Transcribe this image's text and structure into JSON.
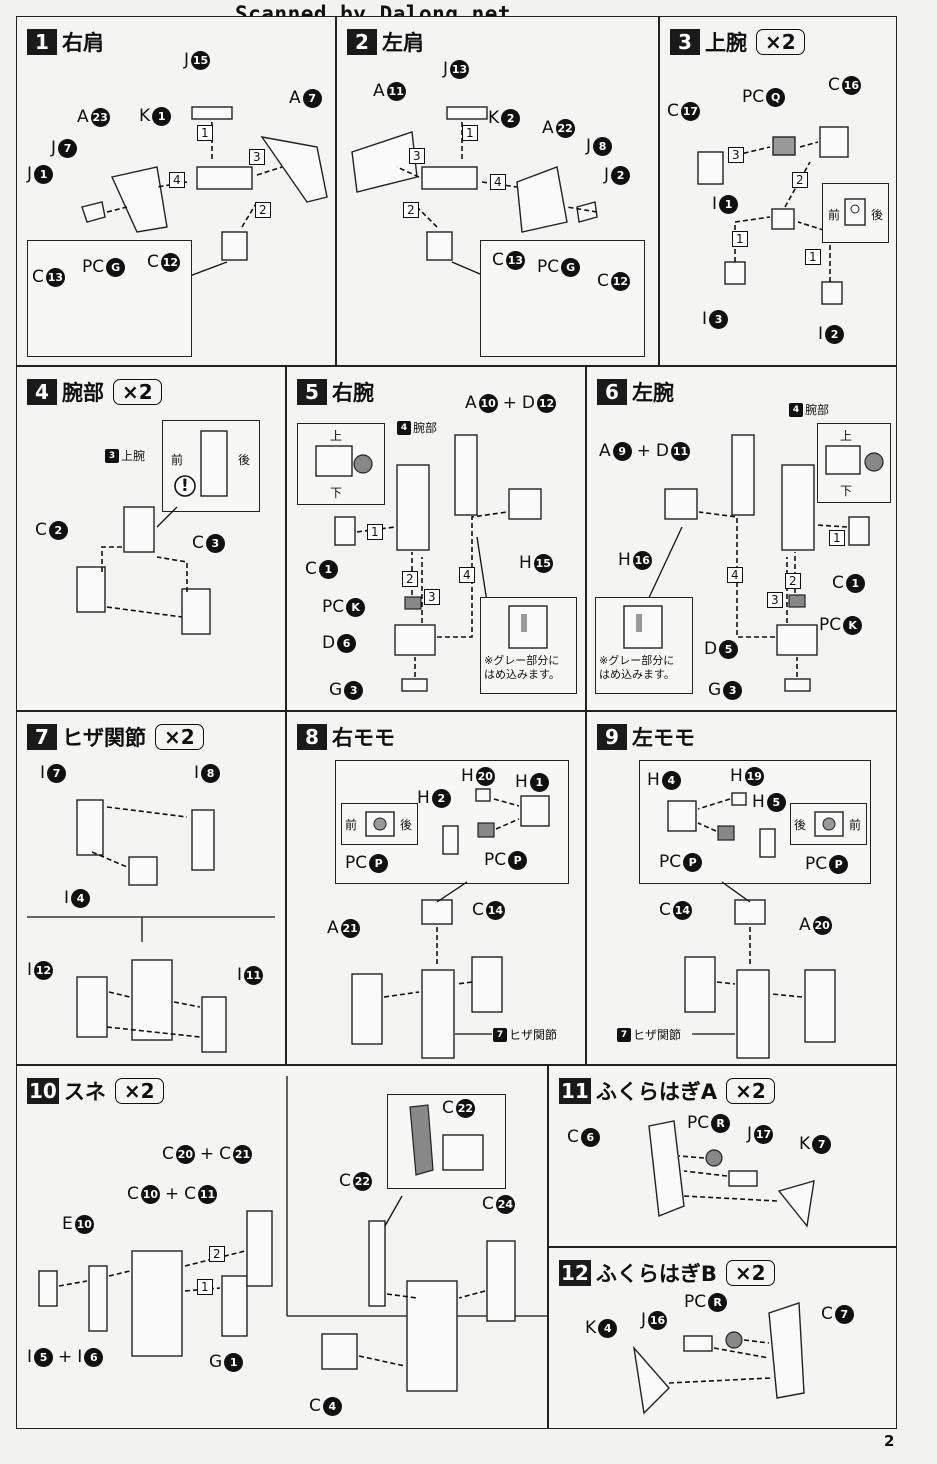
{
  "scanner": "Scanned by Dalong.net",
  "page_number": "2",
  "common": {
    "pc": "PC",
    "front": "前",
    "back": "後",
    "up": "上",
    "down": "下",
    "plus": "+",
    "warn": "!"
  },
  "steps": [
    {
      "num": "1",
      "title": "右肩",
      "mult": ""
    },
    {
      "num": "2",
      "title": "左肩",
      "mult": ""
    },
    {
      "num": "3",
      "title": "上腕",
      "mult": "×2"
    },
    {
      "num": "4",
      "title": "腕部",
      "mult": "×2"
    },
    {
      "num": "5",
      "title": "右腕",
      "mult": ""
    },
    {
      "num": "6",
      "title": "左腕",
      "mult": ""
    },
    {
      "num": "7",
      "title": "ヒザ関節",
      "mult": "×2"
    },
    {
      "num": "8",
      "title": "右モモ",
      "mult": ""
    },
    {
      "num": "9",
      "title": "左モモ",
      "mult": ""
    },
    {
      "num": "10",
      "title": "スネ",
      "mult": "×2"
    },
    {
      "num": "11",
      "title": "ふくらはぎA",
      "mult": "×2"
    },
    {
      "num": "12",
      "title": "ふくらはぎB",
      "mult": "×2"
    }
  ],
  "subassembly": {
    "s3": "上腕",
    "s4": "腕部",
    "s7": "ヒザ関節",
    "n3": "3",
    "n4": "4",
    "n7": "7"
  },
  "gray_note": {
    "line1": "※グレー部分に",
    "line2": "はめ込みます。"
  },
  "seq": [
    "1",
    "2",
    "3",
    "4"
  ],
  "labels": {
    "p1": [
      {
        "r": "J",
        "n": "15"
      },
      {
        "r": "A",
        "n": "23"
      },
      {
        "r": "K",
        "n": "1"
      },
      {
        "r": "A",
        "n": "7"
      },
      {
        "r": "J",
        "n": "7"
      },
      {
        "r": "J",
        "n": "1"
      },
      {
        "r": "C",
        "n": "13"
      },
      {
        "r": "PC",
        "n": "G"
      },
      {
        "r": "C",
        "n": "12"
      }
    ],
    "p2": [
      {
        "r": "J",
        "n": "13"
      },
      {
        "r": "A",
        "n": "11"
      },
      {
        "r": "K",
        "n": "2"
      },
      {
        "r": "A",
        "n": "22"
      },
      {
        "r": "J",
        "n": "8"
      },
      {
        "r": "J",
        "n": "2"
      },
      {
        "r": "C",
        "n": "13"
      },
      {
        "r": "PC",
        "n": "G"
      },
      {
        "r": "C",
        "n": "12"
      }
    ],
    "p3": [
      {
        "r": "PC",
        "n": "Q"
      },
      {
        "r": "C",
        "n": "17"
      },
      {
        "r": "C",
        "n": "16"
      },
      {
        "r": "I",
        "n": "1"
      },
      {
        "r": "I",
        "n": "3"
      },
      {
        "r": "I",
        "n": "2"
      }
    ],
    "p4": [
      {
        "r": "C",
        "n": "2"
      },
      {
        "r": "C",
        "n": "3"
      }
    ],
    "p5": [
      {
        "r": "A",
        "n": "10"
      },
      {
        "r": "D",
        "n": "12"
      },
      {
        "r": "C",
        "n": "1"
      },
      {
        "r": "H",
        "n": "15"
      },
      {
        "r": "PC",
        "n": "K"
      },
      {
        "r": "D",
        "n": "6"
      },
      {
        "r": "G",
        "n": "3"
      }
    ],
    "p6": [
      {
        "r": "A",
        "n": "9"
      },
      {
        "r": "D",
        "n": "11"
      },
      {
        "r": "H",
        "n": "16"
      },
      {
        "r": "C",
        "n": "1"
      },
      {
        "r": "D",
        "n": "5"
      },
      {
        "r": "PC",
        "n": "K"
      },
      {
        "r": "G",
        "n": "3"
      }
    ],
    "p7": [
      {
        "r": "I",
        "n": "7"
      },
      {
        "r": "I",
        "n": "8"
      },
      {
        "r": "I",
        "n": "4"
      },
      {
        "r": "I",
        "n": "12"
      },
      {
        "r": "I",
        "n": "11"
      }
    ],
    "p8": [
      {
        "r": "H",
        "n": "20"
      },
      {
        "r": "H",
        "n": "1"
      },
      {
        "r": "H",
        "n": "2"
      },
      {
        "r": "PC",
        "n": "P"
      },
      {
        "r": "PC",
        "n": "P"
      },
      {
        "r": "A",
        "n": "21"
      },
      {
        "r": "C",
        "n": "14"
      }
    ],
    "p9": [
      {
        "r": "H",
        "n": "4"
      },
      {
        "r": "H",
        "n": "19"
      },
      {
        "r": "H",
        "n": "5"
      },
      {
        "r": "PC",
        "n": "P"
      },
      {
        "r": "PC",
        "n": "P"
      },
      {
        "r": "C",
        "n": "14"
      },
      {
        "r": "A",
        "n": "20"
      }
    ],
    "p10": [
      {
        "r": "C",
        "n": "20"
      },
      {
        "r": "C",
        "n": "21"
      },
      {
        "r": "C",
        "n": "10"
      },
      {
        "r": "C",
        "n": "11"
      },
      {
        "r": "E",
        "n": "10"
      },
      {
        "r": "I",
        "n": "5"
      },
      {
        "r": "I",
        "n": "6"
      },
      {
        "r": "G",
        "n": "1"
      },
      {
        "r": "C",
        "n": "22"
      },
      {
        "r": "C",
        "n": "22"
      },
      {
        "r": "C",
        "n": "24"
      },
      {
        "r": "C",
        "n": "4"
      }
    ],
    "p11": [
      {
        "r": "C",
        "n": "6"
      },
      {
        "r": "PC",
        "n": "R"
      },
      {
        "r": "J",
        "n": "17"
      },
      {
        "r": "K",
        "n": "7"
      }
    ],
    "p12": [
      {
        "r": "K",
        "n": "4"
      },
      {
        "r": "J",
        "n": "16"
      },
      {
        "r": "PC",
        "n": "R"
      },
      {
        "r": "C",
        "n": "7"
      }
    ]
  }
}
